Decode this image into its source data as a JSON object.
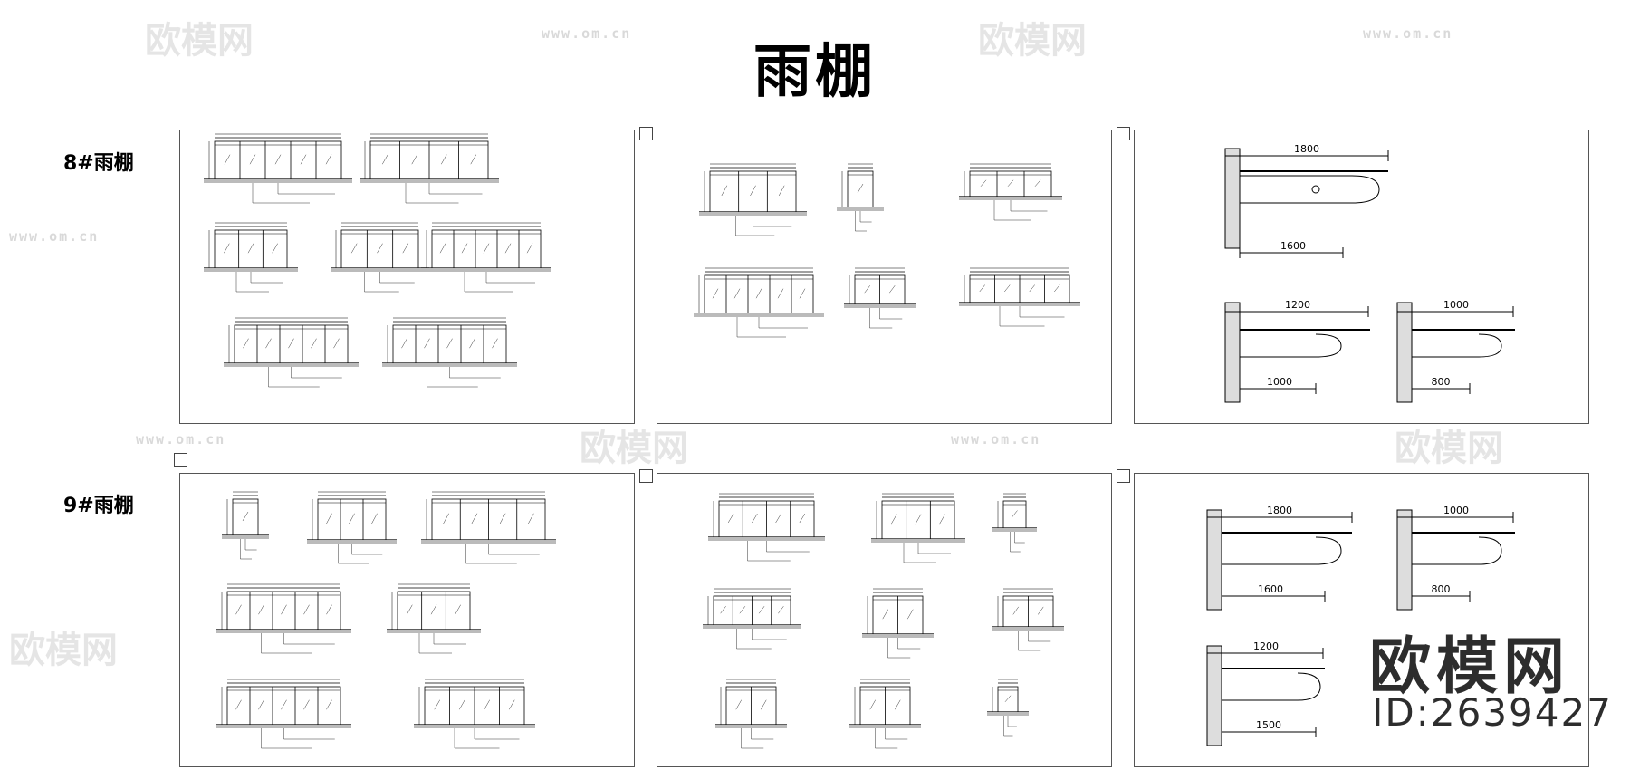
{
  "title": "雨棚",
  "rows": [
    {
      "label": "8#雨棚"
    },
    {
      "label": "9#雨棚"
    }
  ],
  "watermark": {
    "logo": "欧模网",
    "url": "www.om.cn"
  },
  "brand": {
    "name": "欧模网",
    "id": "ID:2639427"
  },
  "dims": {
    "d1800": "1800",
    "d1600": "1600",
    "d1200": "1200",
    "d1000": "1000",
    "d800": "800",
    "d1500": "1500"
  }
}
